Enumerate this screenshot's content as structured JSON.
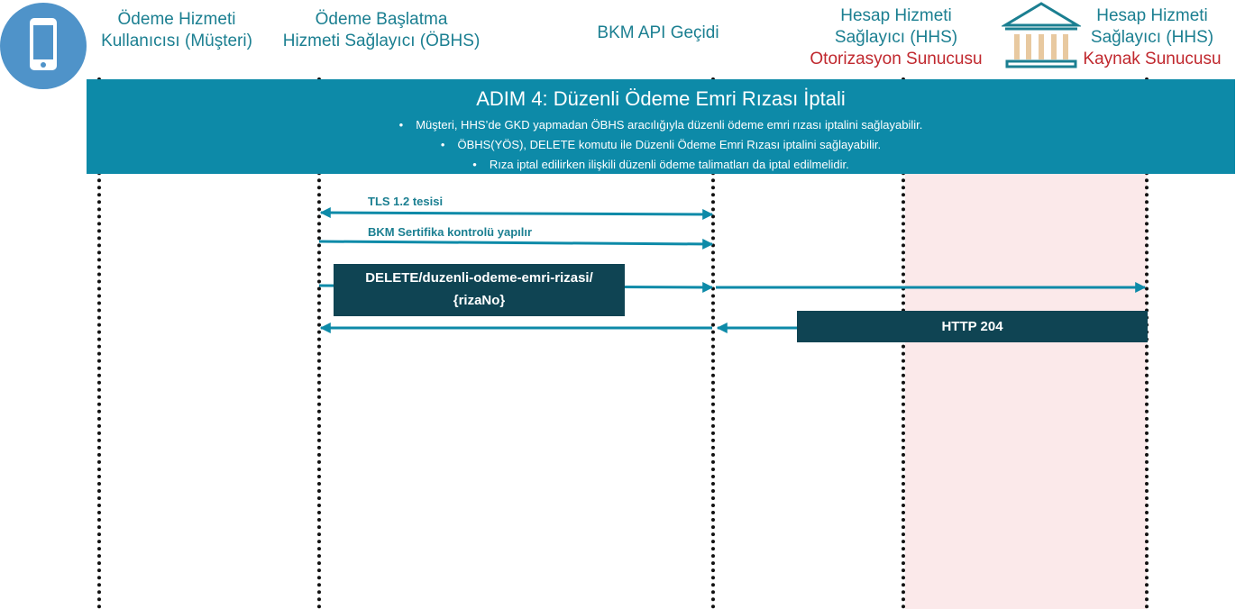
{
  "actors": {
    "customer": {
      "line1": "Ödeme Hizmeti",
      "line2": "Kullanıcısı (Müşteri)"
    },
    "obhs": {
      "line1": "Ödeme Başlatma",
      "line2": "Hizmeti Sağlayıcı (ÖBHS)"
    },
    "gateway": {
      "line1": "BKM API Geçidi"
    },
    "auth_server": {
      "line1": "Hesap Hizmeti",
      "line2": "Sağlayıcı (HHS)",
      "line3": "Otorizasyon Sunucusu"
    },
    "resource_server": {
      "line1": "Hesap Hizmeti",
      "line2": "Sağlayıcı (HHS)",
      "line3": "Kaynak Sunucusu"
    }
  },
  "banner": {
    "title": "ADIM 4: Düzenli Ödeme Emri Rızası İptali",
    "bullets": [
      "Müşteri, HHS’de GKD yapmadan ÖBHS aracılığıyla düzenli ödeme emri rızası iptalini sağlayabilir.",
      "ÖBHS(YÖS), DELETE komutu ile Düzenli Ödeme Emri Rızası iptalini sağlayabilir.",
      "Rıza iptal edilirken ilişkili düzenli ödeme talimatları da iptal edilmelidir."
    ]
  },
  "messages": {
    "tls": "TLS 1.2 tesisi",
    "cert": "BKM Sertifika kontrolü yapılır",
    "delete_line1": "DELETE/duzenli-odeme-emri-rizasi/",
    "delete_line2": "{rizaNo}",
    "response": "HTTP 204"
  },
  "colors": {
    "teal": "#0d8aa8",
    "dark_box": "#0f4453",
    "label": "#1b7f91",
    "red_label": "#c0282e",
    "lane_highlight": "#fbe9ea"
  },
  "icons": {
    "customer": "mobile-phone-icon",
    "resource_server": "bank-building-icon"
  }
}
